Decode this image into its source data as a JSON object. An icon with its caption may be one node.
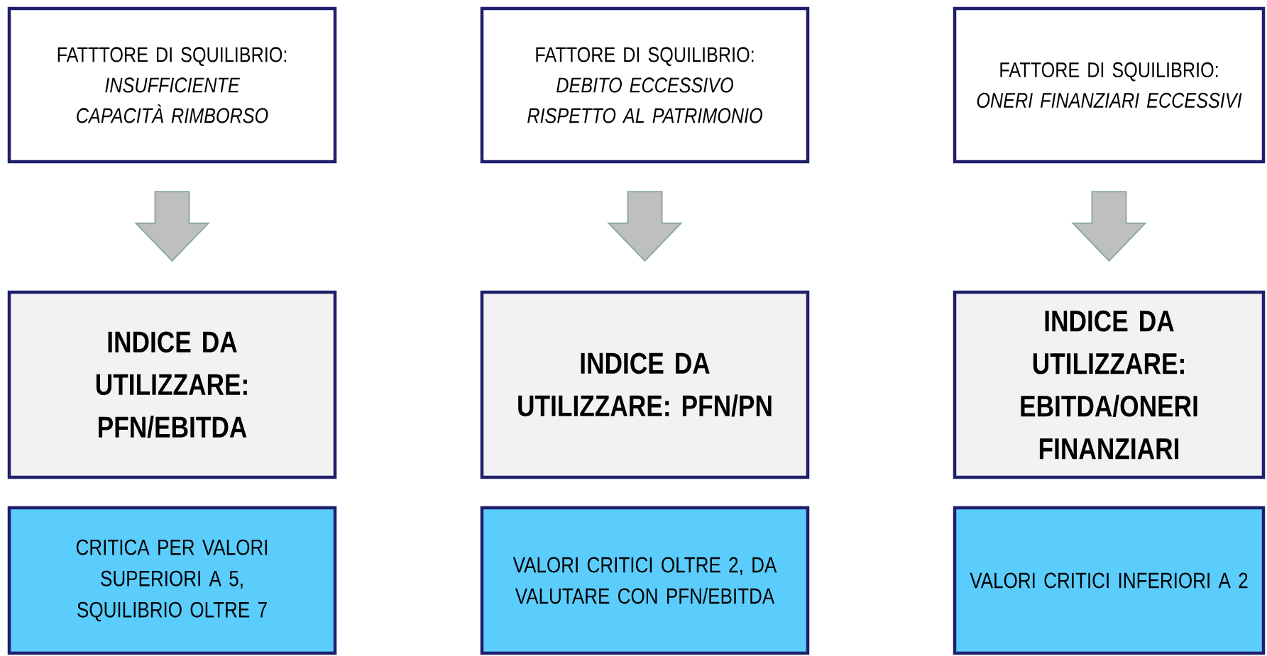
{
  "diagram": {
    "nodes": [
      {
        "text": [
          "FATTTORE DI SQUILIBRIO:",
          "INSUFFICIENTE CAPACITÀ RIMBORSO"
        ]
      },
      {
        "text": [
          "FATTORE DI SQUILIBRIO:",
          "DEBITO ECCESSIVO RISPETTO AL PATRIMONIO"
        ]
      },
      {
        "text": [
          "FATTORE DI SQUILIBRIO:",
          "ONERI FINANZIARI ECCESSIVI"
        ]
      },
      {
        "text": [
          "INDICE DA UTILIZZARE: PFN/EBITDA"
        ]
      },
      {
        "text": [
          "INDICE DA UTILIZZARE: PFN/PN"
        ]
      },
      {
        "text": [
          "INDICE DA UTILIZZARE: EBITDA/ONERI FINANZIARI"
        ]
      },
      {
        "text": [
          "CRITICA PER VALORI SUPERIORI A 5, SQUILIBRIO OLTRE 7"
        ]
      },
      {
        "text": [
          "VALORI CRITICI OLTRE 2, DA VALUTARE CON PFN/EBITDA"
        ]
      },
      {
        "text": [
          "VALORI CRITICI INFERIORI A 2"
        ]
      }
    ],
    "edges": [
      {
        "from": 0,
        "to": 3,
        "arrow": "to"
      },
      {
        "from": 1,
        "to": 4,
        "arrow": "to"
      },
      {
        "from": 2,
        "to": 5,
        "arrow": "to"
      }
    ]
  }
}
